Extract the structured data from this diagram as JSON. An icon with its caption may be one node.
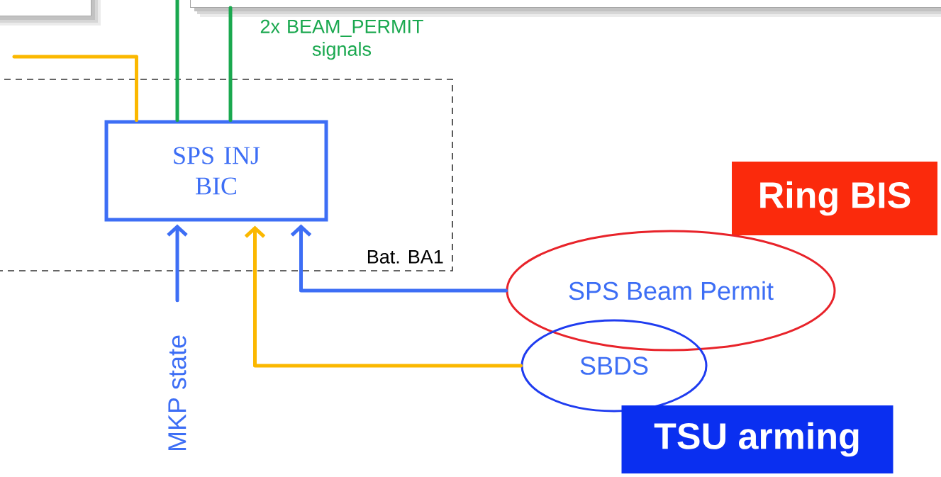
{
  "diagram": {
    "nodes": [
      {
        "text": [],
        "shape": "box"
      },
      {
        "text": [],
        "shape": "box"
      },
      {
        "text": [
          "Bat. BA1"
        ]
      },
      {
        "text": [
          "SPS INJ BIC"
        ],
        "in": 2
      },
      {
        "text": [
          "Ring BIS"
        ]
      },
      {
        "text": [
          "SPS Beam Permit"
        ]
      },
      {
        "text": [
          "SBDS"
        ]
      },
      {
        "text": [
          "TSU arming"
        ]
      },
      {
        "text": [
          "MKP state"
        ]
      }
    ],
    "edges": [
      {
        "from": null,
        "to": 3,
        "arrow": "none",
        "color": "#fbb800"
      },
      {
        "from": null,
        "to": 3,
        "arrow": "none",
        "color": "#1aa84f"
      },
      {
        "from": 1,
        "to": 3,
        "arrow": "none",
        "color": "#1aa84f",
        "label": "2x BEAM_PERMIT signals"
      },
      {
        "from": 8,
        "to": 3,
        "arrow": "to",
        "color": "#3d6ef5"
      },
      {
        "from": 6,
        "to": 3,
        "arrow": "to",
        "color": "#fbb800"
      },
      {
        "from": 5,
        "to": 3,
        "arrow": "to",
        "color": "#3d6ef5"
      }
    ]
  }
}
